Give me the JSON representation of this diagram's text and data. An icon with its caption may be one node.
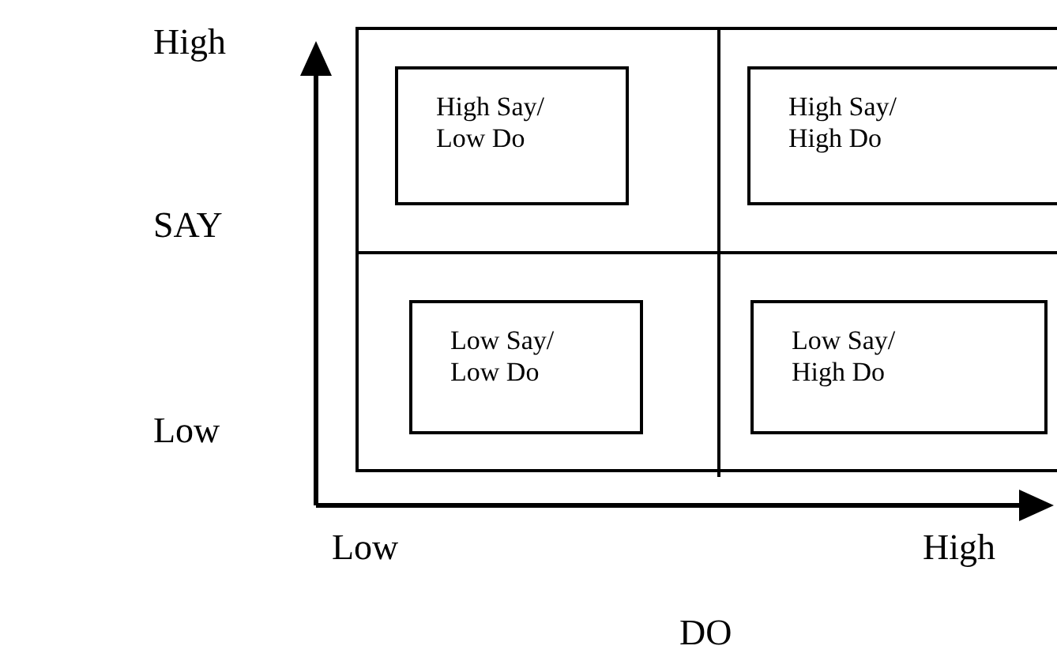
{
  "diagram": {
    "nodes": [
      {
        "text": [
          "High Say/ Low Do"
        ]
      },
      {
        "text": [
          "High Say/ High Do"
        ]
      },
      {
        "text": [
          "Low Say/ Low Do"
        ]
      },
      {
        "text": [
          "Low Say/ High Do"
        ]
      }
    ],
    "edges": [],
    "labels": [
      "High",
      "SAY",
      "Low",
      "Low",
      "High",
      "DO"
    ]
  }
}
